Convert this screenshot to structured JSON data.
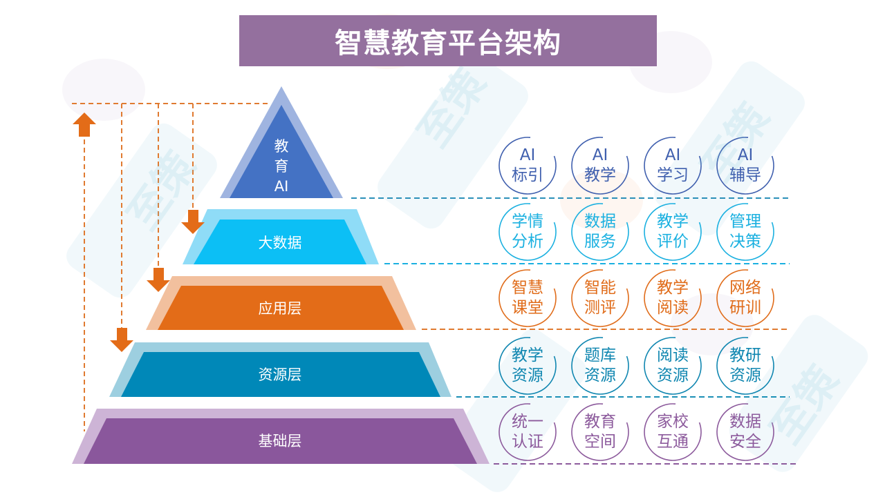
{
  "title": "智慧教育平台架构",
  "watermark": "至策 ZHICE",
  "layers": [
    {
      "label_lines": [
        "教",
        "育",
        "AI"
      ],
      "color": "#4472c4",
      "outer": "#9fb4e0",
      "text_color": "#3f5fae",
      "items": [
        [
          "AI",
          "标引"
        ],
        [
          "AI",
          "教学"
        ],
        [
          "AI",
          "学习"
        ],
        [
          "AI",
          "辅导"
        ]
      ]
    },
    {
      "label": "大数据",
      "color": "#0cbff5",
      "outer": "#8fdcf7",
      "text_color": "#1ab0e0",
      "items": [
        [
          "学情",
          "分析"
        ],
        [
          "数据",
          "服务"
        ],
        [
          "教学",
          "评价"
        ],
        [
          "管理",
          "决策"
        ]
      ]
    },
    {
      "label": "应用层",
      "color": "#e36c18",
      "outer": "#f2c09e",
      "text_color": "#e06c1a",
      "items": [
        [
          "智慧",
          "课堂"
        ],
        [
          "智能",
          "测评"
        ],
        [
          "教学",
          "阅读"
        ],
        [
          "网络",
          "研训"
        ]
      ]
    },
    {
      "label": "资源层",
      "color": "#0088b8",
      "outer": "#9dcfe0",
      "text_color": "#0f86b0",
      "items": [
        [
          "教学",
          "资源"
        ],
        [
          "题库",
          "资源"
        ],
        [
          "阅读",
          "资源"
        ],
        [
          "教研",
          "资源"
        ]
      ]
    },
    {
      "label": "基础层",
      "color": "#8a579c",
      "outer": "#cdb4d6",
      "text_color": "#8c5a9c",
      "items": [
        [
          "统一",
          "认证"
        ],
        [
          "教育",
          "空间"
        ],
        [
          "家校",
          "互通"
        ],
        [
          "数据",
          "安全"
        ]
      ]
    }
  ],
  "arrow_color": "#e36c18"
}
